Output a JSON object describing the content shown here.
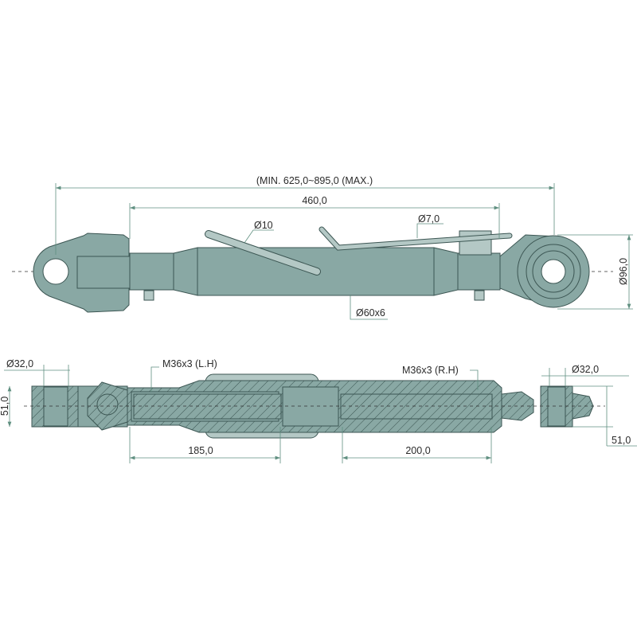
{
  "top_view": {
    "overall_length": "(MIN. 625,0~895,0 (MAX.)",
    "tube_length": "460,0",
    "handle_diameter": "Ø10",
    "pin_diameter": "Ø7,0",
    "tube_diameter": "Ø60x6",
    "ball_diameter": "Ø96,0"
  },
  "section_view": {
    "left_bore": "Ø32,0",
    "left_width": "51,0",
    "left_thread": "M36x3 (L.H)",
    "right_thread": "M36x3 (R.H)",
    "right_bore": "Ø32,0",
    "right_width": "51,0",
    "left_thread_length": "185,0",
    "right_thread_length": "200,0"
  },
  "colors": {
    "part": "#89a8a4",
    "outline": "#3c5653",
    "dimension": "#5f8f80"
  }
}
